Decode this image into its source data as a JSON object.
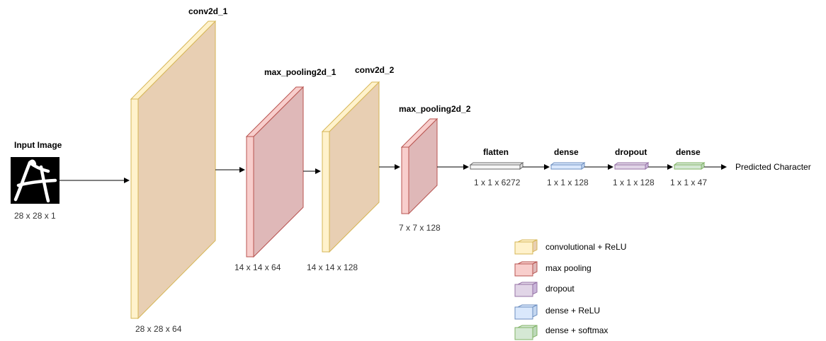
{
  "input": {
    "title": "Input Image",
    "shape": "28 x 28 x 1"
  },
  "layers": {
    "conv1": {
      "name": "conv2d_1",
      "shape": "28 x 28 x 64",
      "kind": "conv"
    },
    "pool1": {
      "name": "max_pooling2d_1",
      "shape": "14 x 14 x 64",
      "kind": "pool"
    },
    "conv2": {
      "name": "conv2d_2",
      "shape": "14 x 14 x 128",
      "kind": "conv"
    },
    "pool2": {
      "name": "max_pooling2d_2",
      "shape": "7 x 7 x 128",
      "kind": "pool"
    },
    "flatten": {
      "name": "flatten",
      "shape": "1 x 1 x 6272",
      "kind": "flatten"
    },
    "dense1": {
      "name": "dense",
      "shape": "1 x 1 x 128",
      "kind": "dense_relu"
    },
    "dropout": {
      "name": "dropout",
      "shape": "1 x 1 x 128",
      "kind": "dropout"
    },
    "dense2": {
      "name": "dense",
      "shape": "1 x 1 x 47",
      "kind": "dense_softmax"
    }
  },
  "output": {
    "label": "Predicted Character"
  },
  "legend": [
    {
      "label": "convolutional + ReLU",
      "kind": "conv"
    },
    {
      "label": "max pooling",
      "kind": "pool"
    },
    {
      "label": "dropout",
      "kind": "dropout"
    },
    {
      "label": "dense + ReLU",
      "kind": "dense_relu"
    },
    {
      "label": "dense + softmax",
      "kind": "dense_softmax"
    }
  ],
  "colors": {
    "conv": {
      "front": "#fff2cc",
      "side": "#e8cfb3",
      "stroke": "#d6b656"
    },
    "pool": {
      "front": "#f8cecc",
      "side": "#dfb8b8",
      "stroke": "#b85450"
    },
    "dropout": {
      "front": "#e1d5e7",
      "side": "#c9b5d9",
      "stroke": "#9673a6"
    },
    "dense_relu": {
      "front": "#dae8fc",
      "side": "#c3d6f0",
      "stroke": "#6c8ebf"
    },
    "dense_softmax": {
      "front": "#d5e8d4",
      "side": "#bcd8b9",
      "stroke": "#82b366"
    },
    "flatten": {
      "front": "#f5f5f5",
      "side": "#dcdcdc",
      "stroke": "#666666"
    }
  }
}
